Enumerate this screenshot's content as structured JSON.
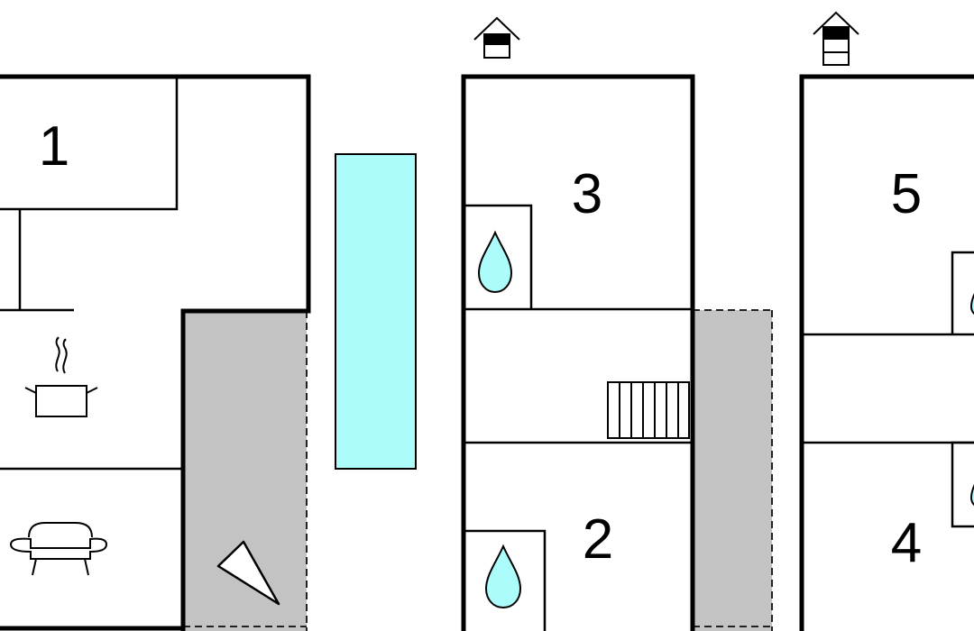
{
  "floor_plan": {
    "colors": {
      "wall": "#000000",
      "terrace": "#c3c3c3",
      "water": "#adfcfc",
      "background": "#ffffff"
    },
    "rooms": [
      {
        "number": "1"
      },
      {
        "number": "3"
      },
      {
        "number": "2"
      },
      {
        "number": "5"
      },
      {
        "number": "4"
      }
    ],
    "icons": [
      "cooking-pot-icon",
      "sofa-icon",
      "compass-arrow-icon",
      "water-drop-icon",
      "staircase-icon",
      "floor-indicator-icon"
    ]
  }
}
